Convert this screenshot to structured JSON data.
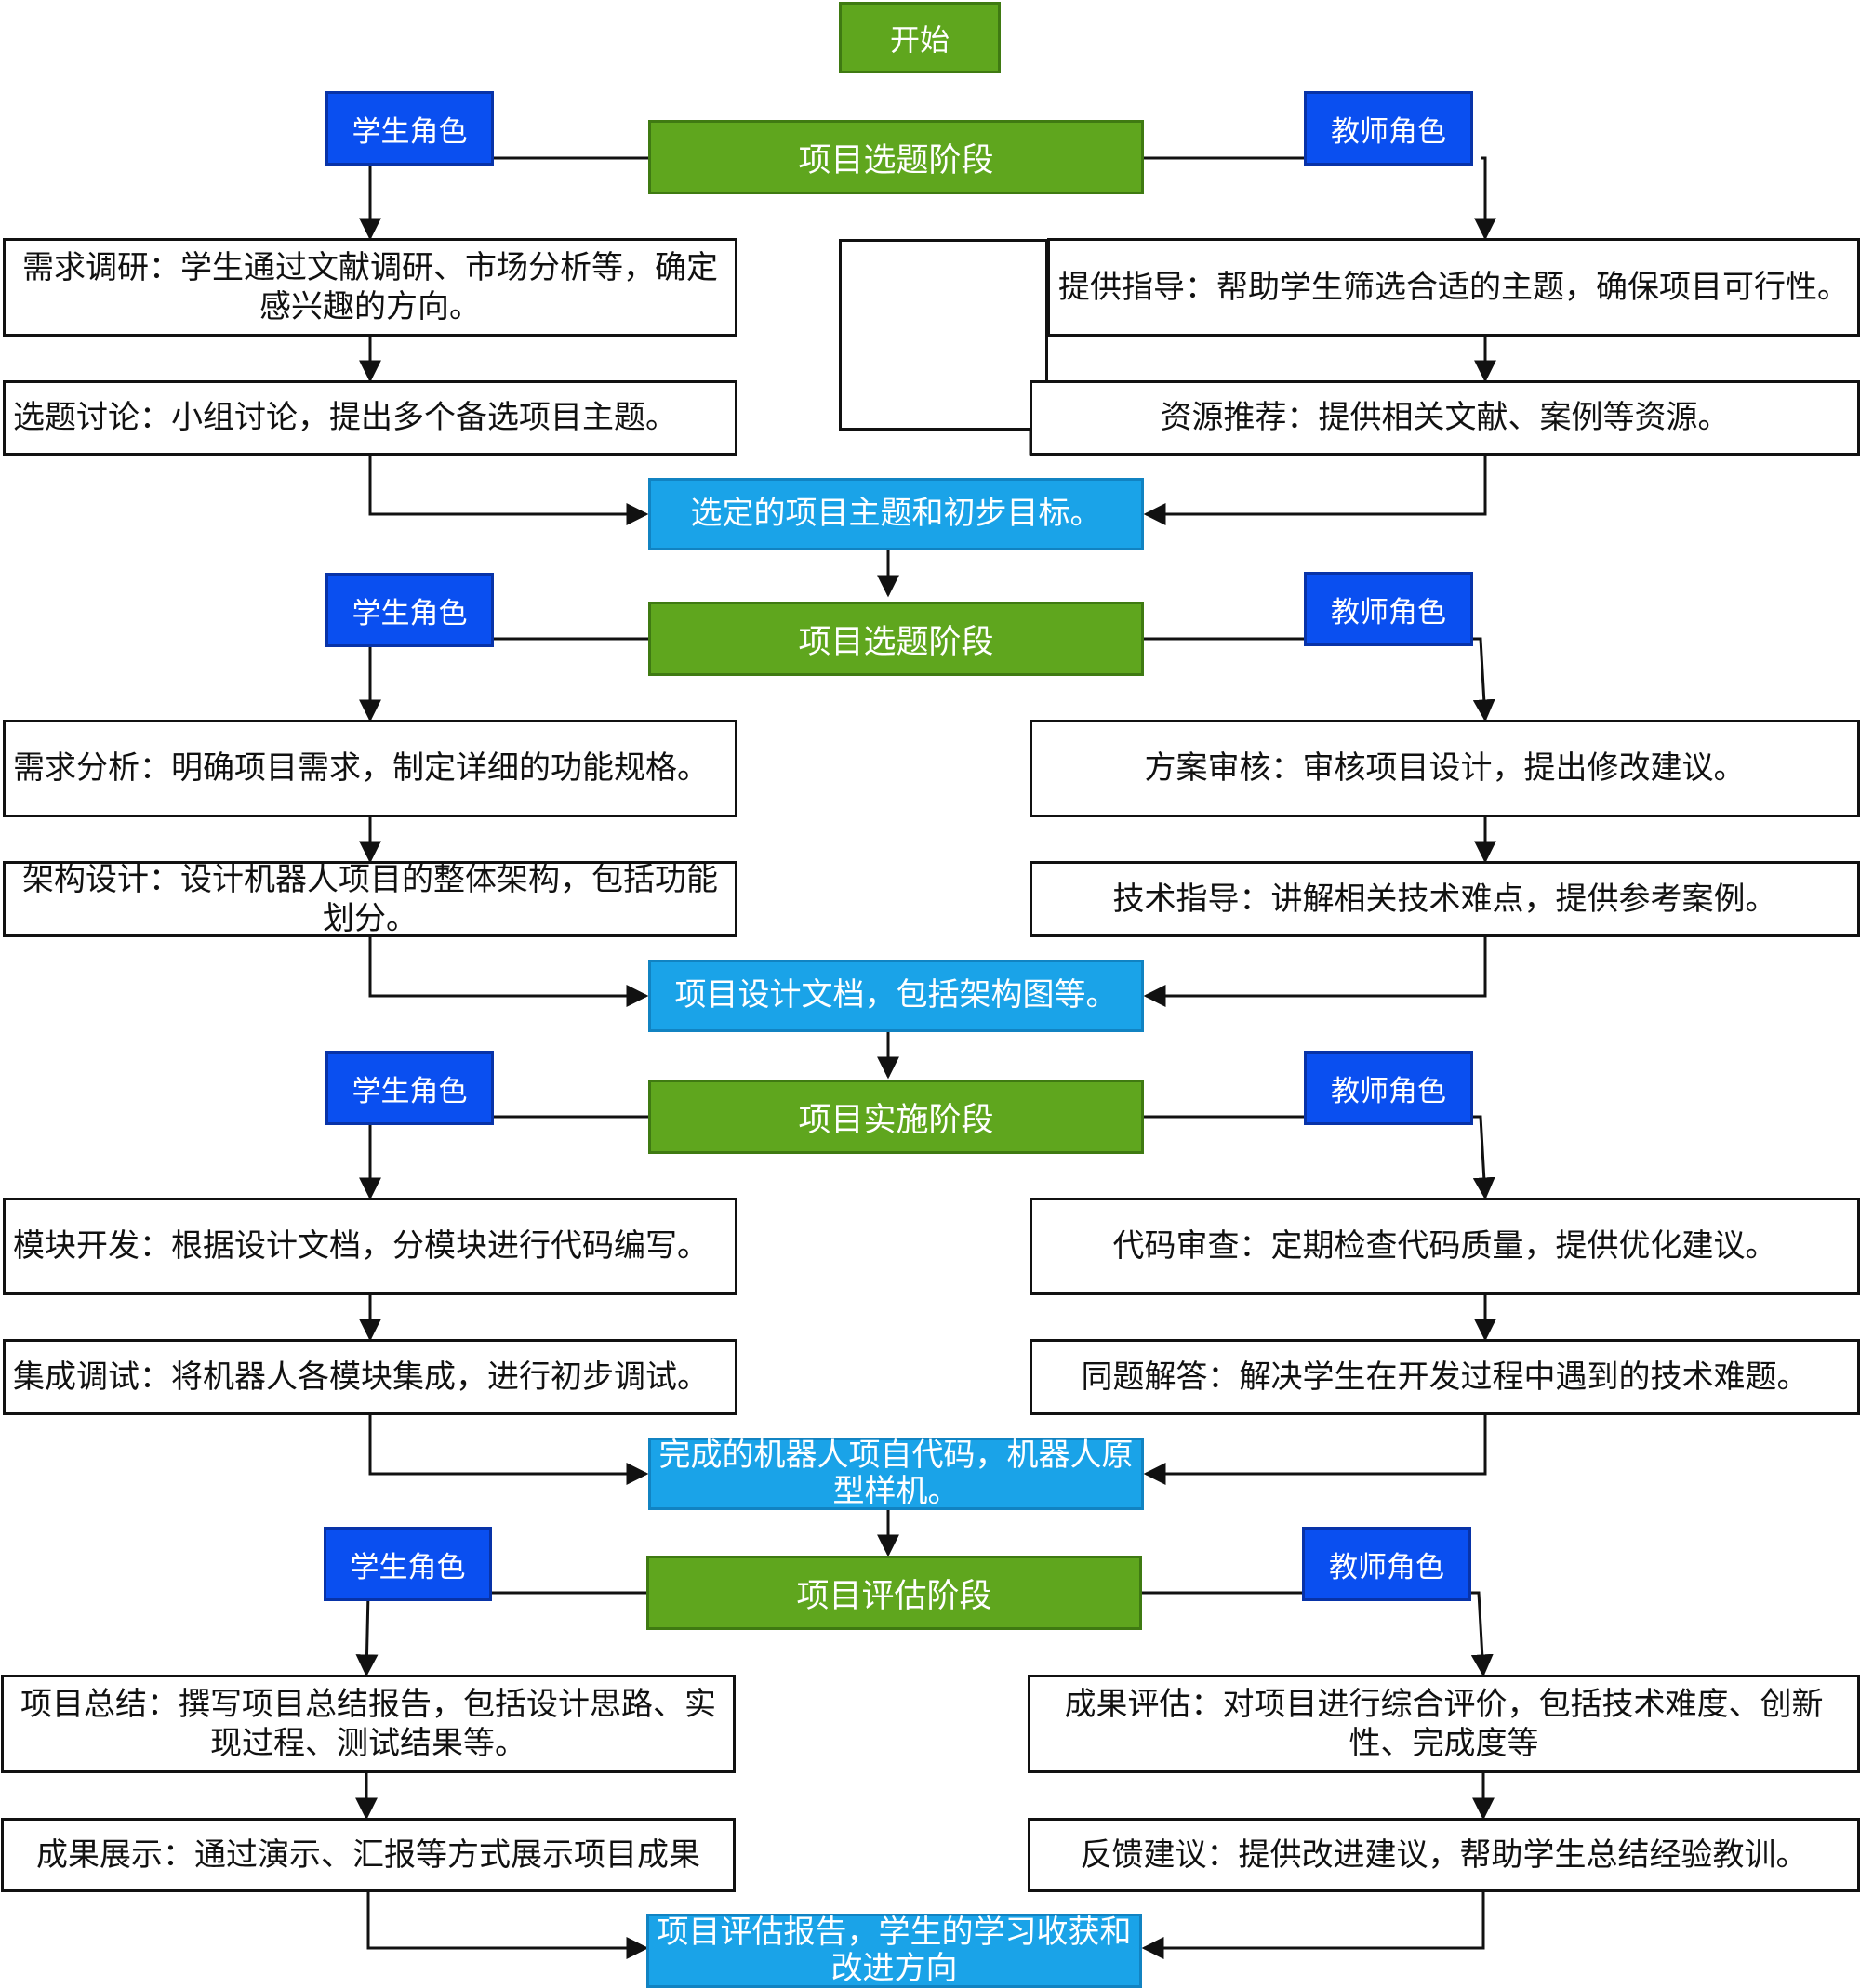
{
  "start": "开始",
  "phases": [
    {
      "stage": "项目选题阶段",
      "student_role": "学生角色",
      "teacher_role": "教师角色",
      "student_tasks": [
        "需求调研：学生通过文献调研、市场分析等，确定感兴趣的方向。",
        "选题讨论：小组讨论，提出多个备选项目主题。"
      ],
      "teacher_tasks": [
        "提供指导：帮助学生筛选合适的主题，确保项目可行性。",
        "资源推荐：提供相关文献、案例等资源。"
      ],
      "output": "选定的项目主题和初步目标。"
    },
    {
      "stage": "项目选题阶段",
      "student_role": "学生角色",
      "teacher_role": "教师角色",
      "student_tasks": [
        "需求分析：明确项目需求，制定详细的功能规格。",
        "架构设计：设计机器人项目的整体架构，包括功能划分。"
      ],
      "teacher_tasks": [
        "方案审核：审核项目设计，提出修改建议。",
        "技术指导：讲解相关技术难点，提供参考案例。"
      ],
      "output": "项目设计文档，包括架构图等。"
    },
    {
      "stage": "项目实施阶段",
      "student_role": "学生角色",
      "teacher_role": "教师角色",
      "student_tasks": [
        "模块开发：根据设计文档，分模块进行代码编写。",
        "集成调试：将机器人各模块集成，进行初步调试。"
      ],
      "teacher_tasks": [
        "代码审查：定期检查代码质量，提供优化建议。",
        "同题解答：解决学生在开发过程中遇到的技术难题。"
      ],
      "output": "完成的机器人项自代码，机器人原型样机。"
    },
    {
      "stage": "项目评估阶段",
      "student_role": "学生角色",
      "teacher_role": "教师角色",
      "student_tasks": [
        "项目总结：撰写项目总结报告，包括设计思路、实现过程、测试结果等。",
        "成果展示：通过演示、汇报等方式展示项目成果"
      ],
      "teacher_tasks": [
        "成果评估：对项目进行综合评价，包括技术难度、创新性、完成度等",
        "反馈建议：提供改进建议，帮助学生总结经验教训。"
      ],
      "output": "项目评估报告，学生的学习收获和改进方向"
    }
  ],
  "colors": {
    "stage": "#5fa61e",
    "role": "#0a4ff0",
    "output": "#1aa3e8",
    "line": "#111111"
  }
}
